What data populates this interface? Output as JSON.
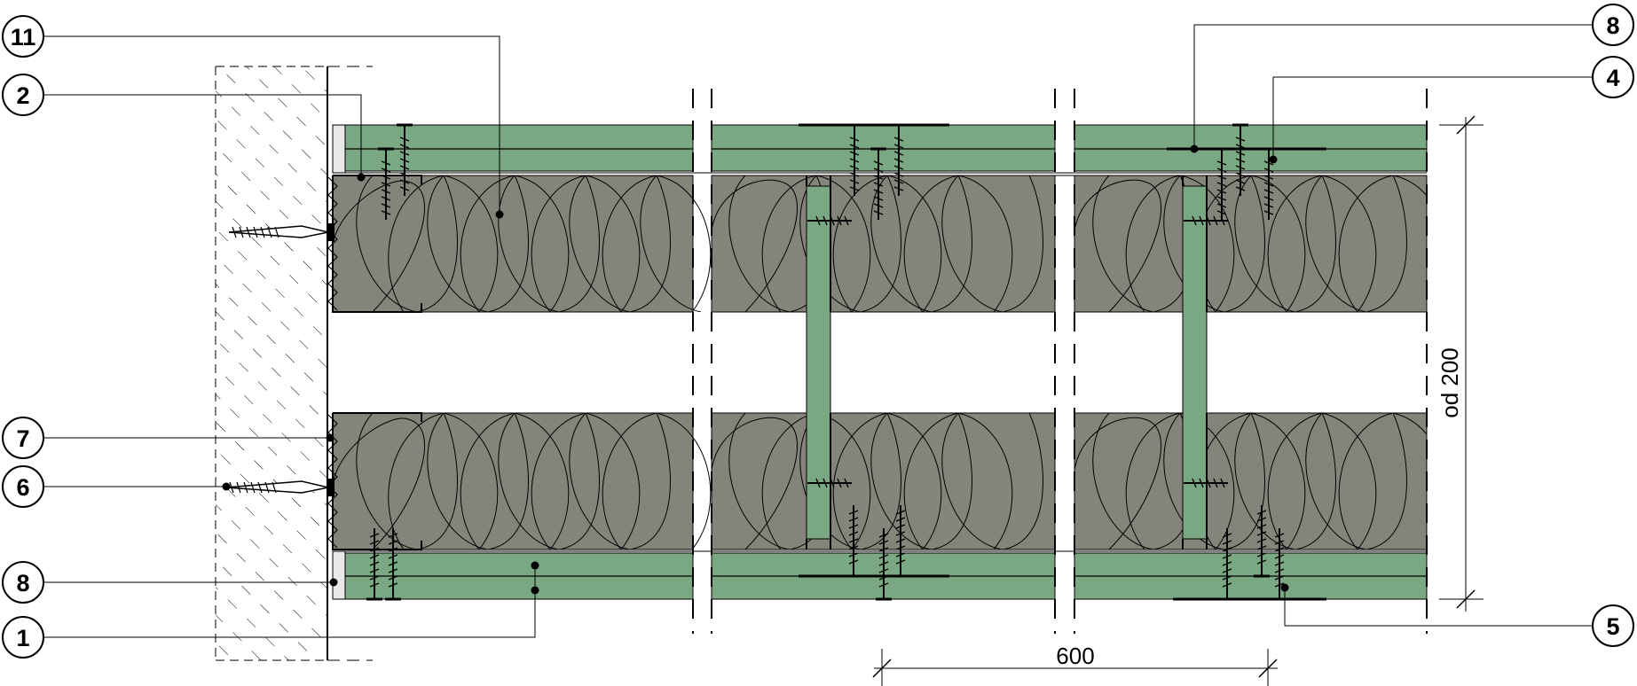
{
  "colors": {
    "board": "#7aa882",
    "insulation": "#84847a",
    "stud": "#7aa882",
    "masonry_hatch": "#000000",
    "line": "#000000"
  },
  "callouts": {
    "c11": "11",
    "c2": "2",
    "c7": "7",
    "c6": "6",
    "c8_left": "8",
    "c1": "1",
    "c8_right": "8",
    "c4": "4",
    "c5": "5"
  },
  "dimensions": {
    "stud_spacing": "600",
    "wall_thickness": "od 200"
  },
  "icons": [
    "screw-icon",
    "wall-anchor-icon",
    "masonry-hatch",
    "mineral-wool-pattern"
  ]
}
